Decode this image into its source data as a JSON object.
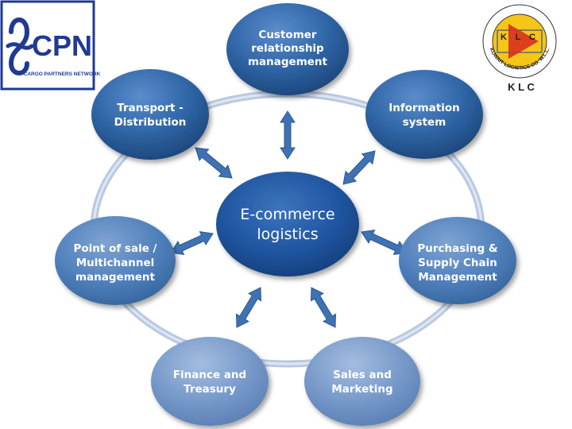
{
  "center": {
    "lines": [
      "E-commerce",
      "logistics"
    ]
  },
  "nodes": [
    {
      "id": "crm",
      "lines": [
        "Customer",
        "relationship",
        "management"
      ]
    },
    {
      "id": "info",
      "lines": [
        "Information",
        "system"
      ]
    },
    {
      "id": "purchasing",
      "lines": [
        "Purchasing &",
        "Supply Chain",
        "Management"
      ]
    },
    {
      "id": "sales",
      "lines": [
        "Sales and",
        "Marketing"
      ]
    },
    {
      "id": "finance",
      "lines": [
        "Finance and",
        "Treasury"
      ]
    },
    {
      "id": "pos",
      "lines": [
        "Point of sale /",
        "Multichannel",
        "management"
      ]
    },
    {
      "id": "transport",
      "lines": [
        "Transport -",
        "Distribution"
      ]
    }
  ],
  "logos": {
    "left": {
      "brand": "CPN",
      "tagline": "CARGO PARTNERS NETWORK"
    },
    "right": {
      "initials": [
        "K",
        "L",
        "C"
      ],
      "caption": "K L C",
      "ring_text": "KUWAIT LOGISTICS CO. W.L.L."
    }
  },
  "colors": {
    "ring": "#c5d3e6",
    "dark_node": "#2a5d9a",
    "light_node": "#6d93c4",
    "arrow": "#3f72b3"
  }
}
